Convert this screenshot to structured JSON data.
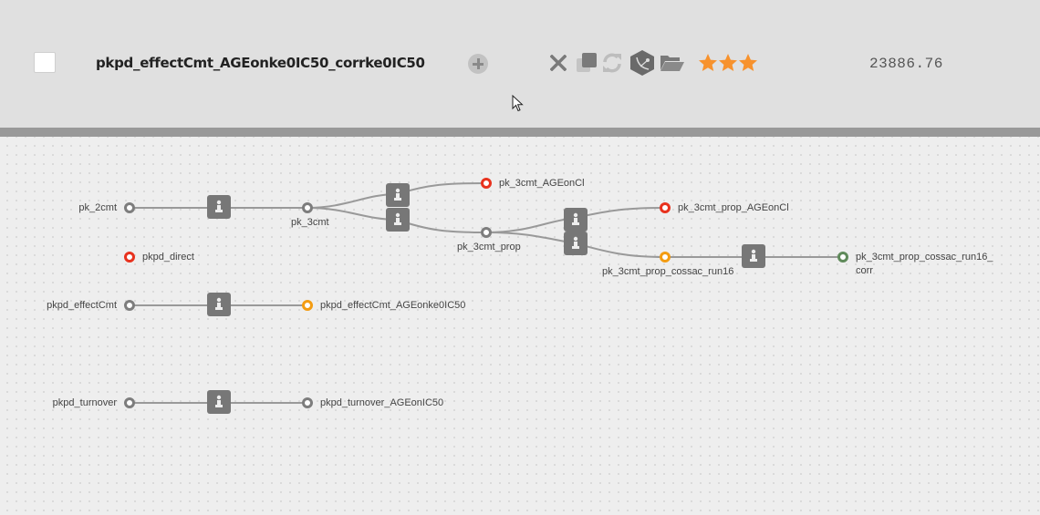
{
  "header": {
    "title": "pkpd_effectCmt_AGEonke0IC50_corrke0IC50",
    "score": "23886.76",
    "checkbox_checked": false,
    "rating": 3,
    "icons": [
      "add-circle-icon",
      "close-icon",
      "copy-icon",
      "refresh-icon",
      "hexagon-model-icon",
      "folder-open-icon"
    ],
    "star_color": "#f7922d"
  },
  "graph": {
    "nodes": [
      {
        "id": "pk_2cmt",
        "label": "pk_2cmt",
        "status": "gray"
      },
      {
        "id": "pk_3cmt",
        "label": "pk_3cmt",
        "status": "gray"
      },
      {
        "id": "pk_3cmt_AGEonCl",
        "label": "pk_3cmt_AGEonCl",
        "status": "red"
      },
      {
        "id": "pk_3cmt_prop",
        "label": "pk_3cmt_prop",
        "status": "gray"
      },
      {
        "id": "pk_3cmt_prop_AGEonCl",
        "label": "pk_3cmt_prop_AGEonCl",
        "status": "red"
      },
      {
        "id": "pk_3cmt_prop_cossac_run16",
        "label": "pk_3cmt_prop_cossac_run16",
        "status": "orange"
      },
      {
        "id": "pk_3cmt_prop_cossac_run16_corr",
        "label": "pk_3cmt_prop_cossac_run16_",
        "label2": "corr",
        "status": "green"
      },
      {
        "id": "pkpd_direct",
        "label": "pkpd_direct",
        "status": "red"
      },
      {
        "id": "pkpd_effectCmt",
        "label": "pkpd_effectCmt",
        "status": "gray"
      },
      {
        "id": "pkpd_effectCmt_AGEonke0IC50",
        "label": "pkpd_effectCmt_AGEonke0IC50",
        "status": "orange"
      },
      {
        "id": "pkpd_turnover",
        "label": "pkpd_turnover",
        "status": "gray"
      },
      {
        "id": "pkpd_turnover_AGEonIC50",
        "label": "pkpd_turnover_AGEonIC50",
        "status": "gray"
      }
    ],
    "colors": {
      "gray": "#7d7d7d",
      "red": "#e8321e",
      "orange": "#f39c12",
      "green": "#5f8a5a",
      "edge": "#999999",
      "job": "#777777"
    }
  }
}
